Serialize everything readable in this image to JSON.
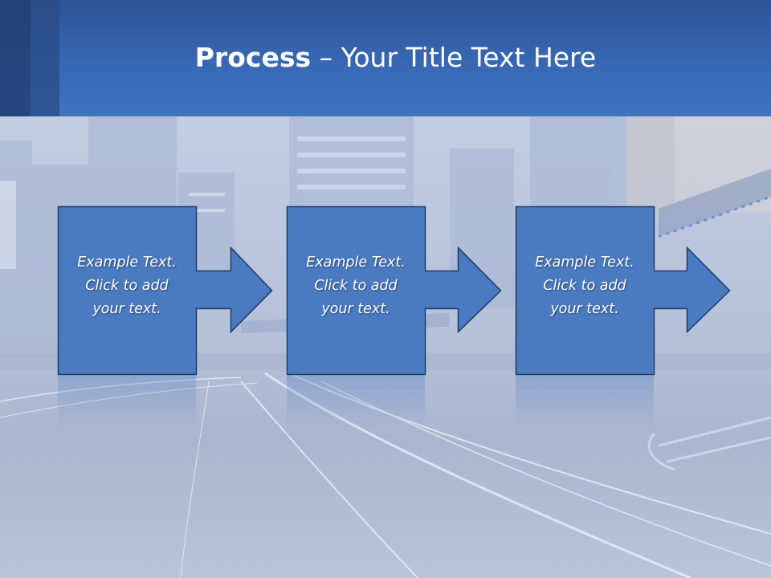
{
  "slide": {
    "title_bold": "Process",
    "title_rest": " – Your Title Text Here"
  },
  "colors": {
    "header": "#3868b4",
    "box_fill": "#4a7ac0",
    "box_stroke": "#1f3a66"
  },
  "steps": [
    {
      "lines": [
        "Example Text.",
        "Click  to add",
        "your text."
      ]
    },
    {
      "lines": [
        "Example Text.",
        "Click  to add",
        "your text."
      ]
    },
    {
      "lines": [
        "Example Text.",
        "Click  to add",
        "your text."
      ]
    }
  ]
}
